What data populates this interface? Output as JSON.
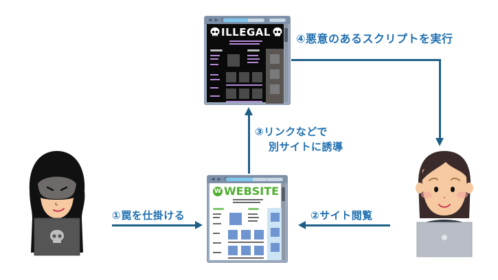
{
  "diagram": {
    "title": "",
    "colors": {
      "arrow": "#1e5f86",
      "label_text": "#1f6fb0",
      "website_logo_green": "#4fae2f",
      "website_accent_blue": "#6e95cf",
      "illegal_bg": "#0a0a0a",
      "illegal_text_purple": "#b58ad8"
    },
    "steps": [
      {
        "id": 1,
        "label": "①罠を仕掛ける",
        "from": "attacker",
        "to": "trap-website",
        "direction": "right"
      },
      {
        "id": 2,
        "label": "②サイト閲覧",
        "from": "victim",
        "to": "trap-website",
        "direction": "left"
      },
      {
        "id": 3,
        "label_line1": "③リンクなどで",
        "label_line2": "別サイトに誘導",
        "from": "trap-website",
        "to": "illegal-website",
        "direction": "up"
      },
      {
        "id": 4,
        "label": "④悪意のあるスクリプトを実行",
        "from": "illegal-website",
        "to": "victim",
        "direction": "right-then-down"
      }
    ],
    "nodes": {
      "attacker": {
        "role": "hacker in black hood with laptop",
        "laptop_icon": "skull-icon"
      },
      "victim": {
        "role": "office worker with laptop",
        "laptop_icon": "apple-like-dot-icon"
      },
      "trap_website": {
        "logo_text": "WEBSITE",
        "logo_badge": "W",
        "nav_glyphs": "◀ ▶ C"
      },
      "illegal_website": {
        "logo_text": "ILLEGAL",
        "logo_icon": "skull-icon",
        "nav_glyphs": "◀ ▶ C"
      }
    }
  }
}
